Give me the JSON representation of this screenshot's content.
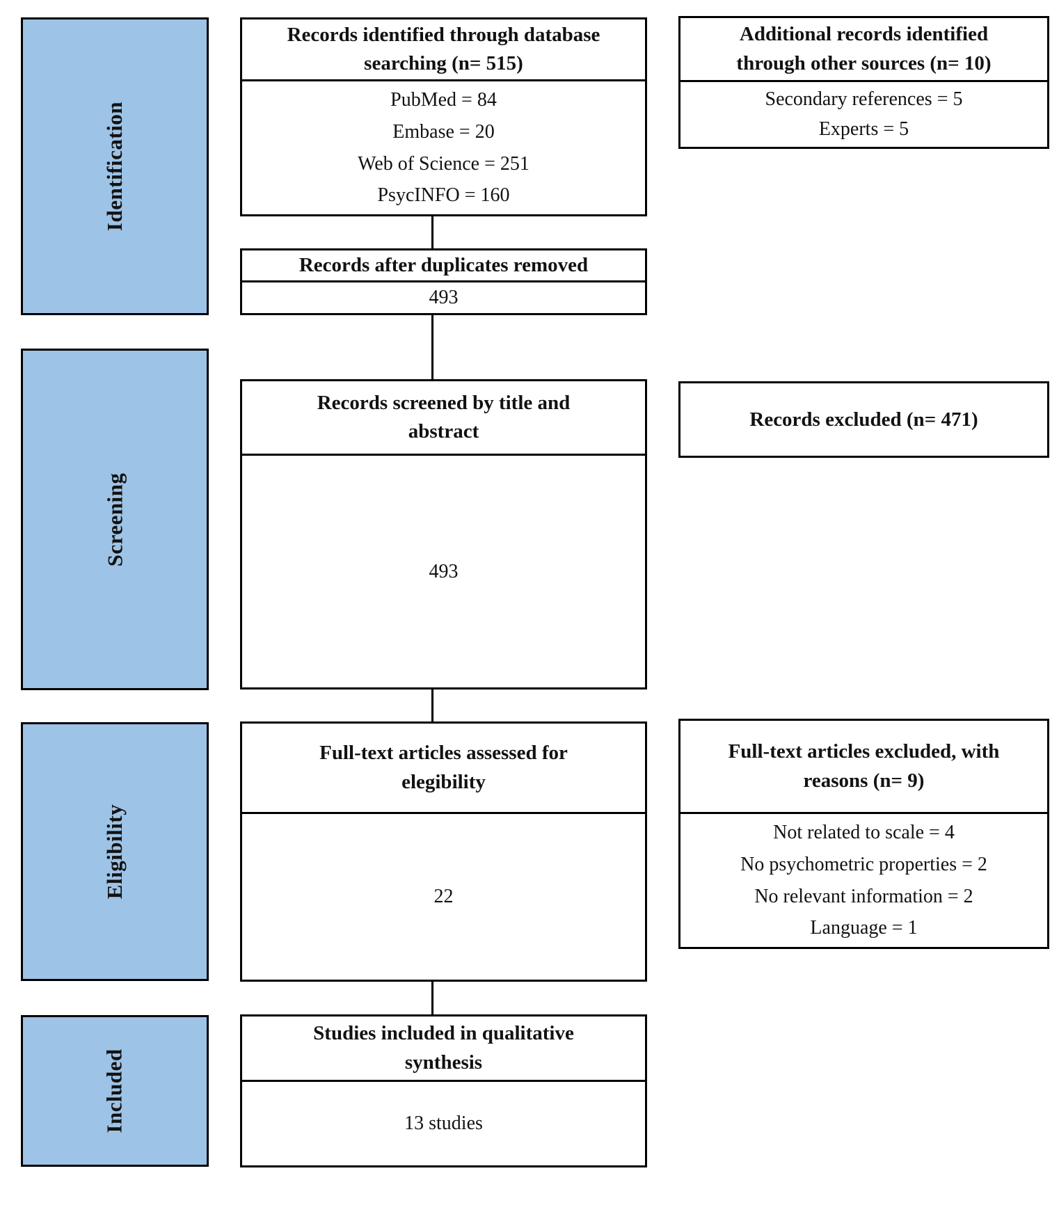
{
  "stages": [
    {
      "label": "Identification"
    },
    {
      "label": "Screening"
    },
    {
      "label": "Eligibility"
    },
    {
      "label": "Included"
    }
  ],
  "boxes": {
    "identified": {
      "header_lines": [
        "Records identified through database",
        "searching (n= 515)"
      ],
      "lines": [
        "PubMed = 84",
        "Embase = 20",
        "Web of Science = 251",
        "PsycINFO = 160"
      ]
    },
    "additional": {
      "header_lines": [
        "Additional records identified",
        "through other sources (n= 10)"
      ],
      "lines": [
        "Secondary references = 5",
        "Experts = 5"
      ]
    },
    "duplicates": {
      "header_lines": [
        "Records after duplicates removed"
      ],
      "value": "493"
    },
    "screened": {
      "header_lines": [
        "Records screened by title and",
        "abstract"
      ],
      "value": "493"
    },
    "records_excluded": {
      "label": "Records excluded (n= 471)"
    },
    "fulltext": {
      "header_lines": [
        "Full-text articles assessed for",
        "elegibility"
      ],
      "value": "22"
    },
    "fulltext_excluded": {
      "header_lines": [
        "Full-text articles excluded, with",
        "reasons (n= 9)"
      ],
      "lines": [
        "Not related to scale = 4",
        "No psychometric properties = 2",
        "No relevant information = 2",
        "Language = 1"
      ]
    },
    "included": {
      "header_lines": [
        "Studies included in qualitative",
        "synthesis"
      ],
      "value": "13 studies"
    }
  },
  "colors": {
    "stage_fill": "#9DC3E6",
    "border": "#000000"
  }
}
